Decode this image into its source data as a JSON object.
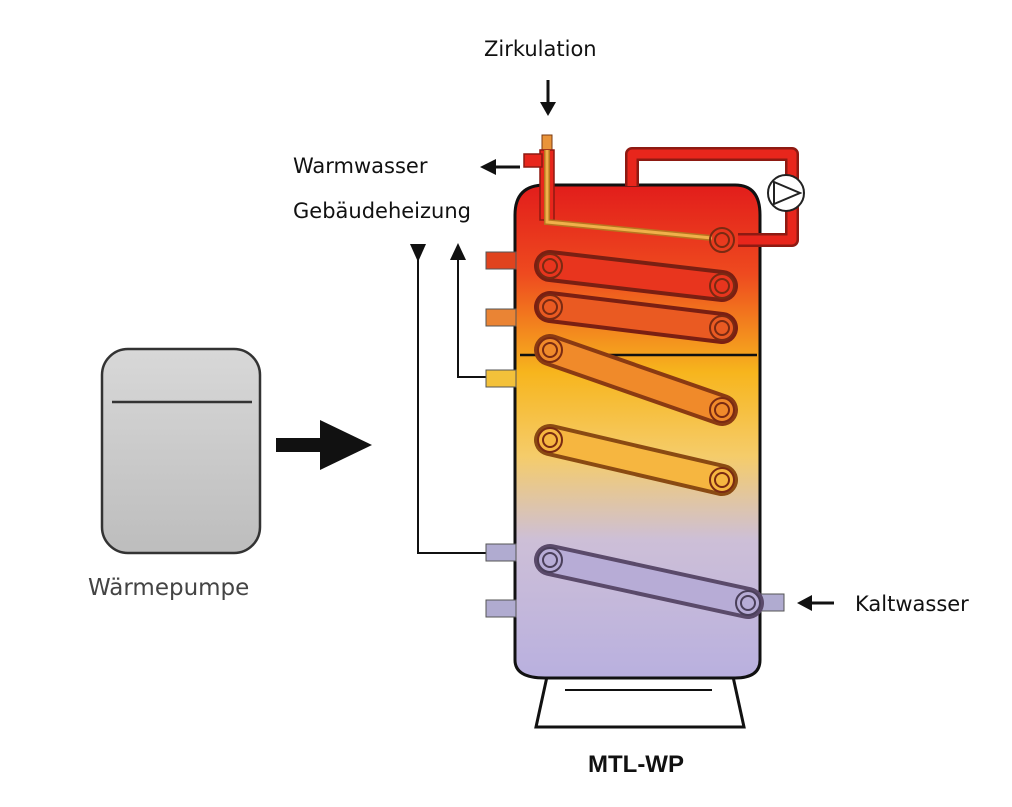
{
  "labels": {
    "zirkulation": "Zirkulation",
    "warmwasser": "Warmwasser",
    "gebaeudeheizung": "Gebäudeheizung",
    "waermepumpe": "Wärmepumpe",
    "kaltwasser": "Kaltwasser",
    "model": "MTL-WP"
  },
  "colors": {
    "hot": "#e8261c",
    "warm": "#f2a21a",
    "cold": "#b8aedb",
    "coil_stroke": "#c0461c",
    "pump_body": "#c6c6c6"
  }
}
